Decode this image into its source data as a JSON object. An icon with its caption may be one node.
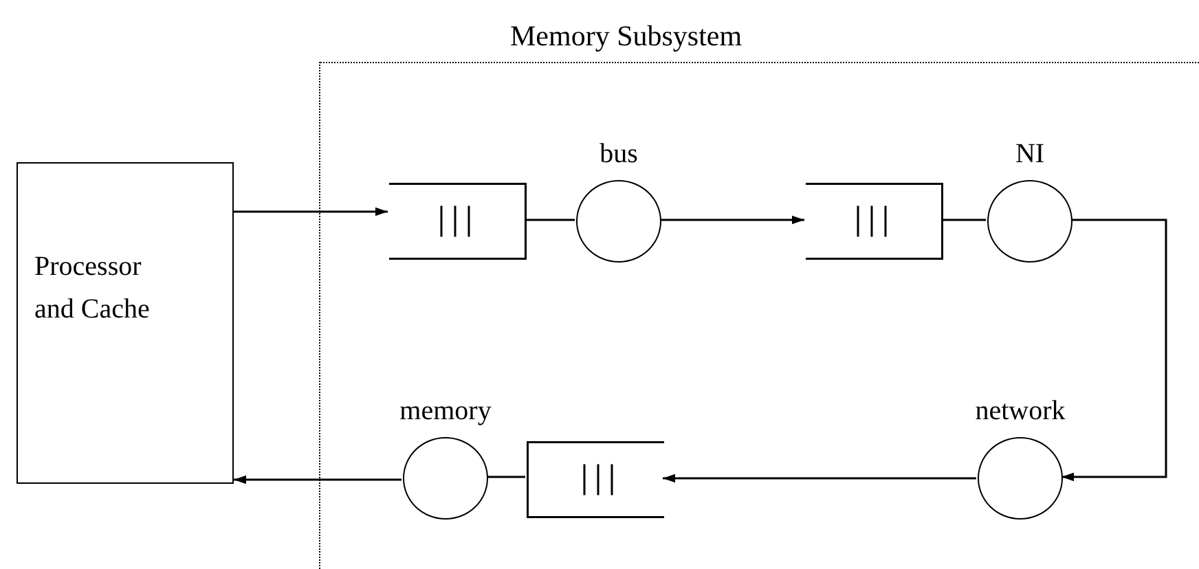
{
  "diagram": {
    "nodes": [
      {
        "text": [
          "Memory Subsystem"
        ]
      },
      {
        "text": [
          "Processor and Cache"
        ]
      },
      {
        "text": [],
        "shape": "box",
        "in": 0
      },
      {
        "text": [],
        "shape": "circle",
        "in": 0,
        "beside": [
          "bus"
        ]
      },
      {
        "text": [],
        "shape": "box",
        "in": 0
      },
      {
        "text": [],
        "shape": "circle",
        "in": 0,
        "beside": [
          "NI"
        ]
      },
      {
        "text": [],
        "shape": "circle",
        "in": 0,
        "beside": [
          "memory"
        ]
      },
      {
        "text": [],
        "shape": "box",
        "in": 0
      },
      {
        "text": [],
        "shape": "circle",
        "in": 0,
        "beside": [
          "network"
        ]
      }
    ],
    "edges": [
      {
        "from": 1,
        "to": 2,
        "arrow": "to"
      },
      {
        "from": 2,
        "to": 3,
        "arrow": "none"
      },
      {
        "from": 3,
        "to": 4,
        "arrow": "to"
      },
      {
        "from": 4,
        "to": 5,
        "arrow": "none"
      },
      {
        "from": 5,
        "to": 8,
        "arrow": "to"
      },
      {
        "from": 8,
        "to": 7,
        "arrow": "to"
      },
      {
        "from": 7,
        "to": 6,
        "arrow": "none"
      },
      {
        "from": 6,
        "to": 1,
        "arrow": "to"
      }
    ]
  }
}
